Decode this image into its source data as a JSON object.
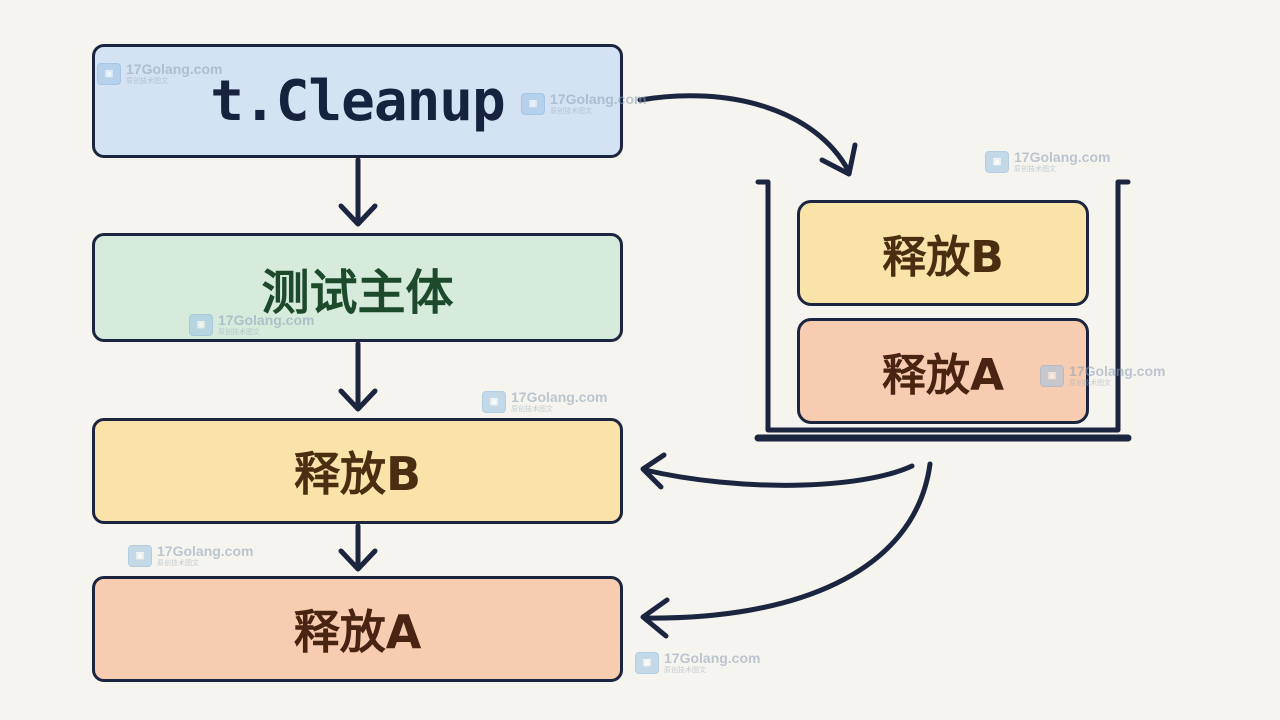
{
  "diagram": {
    "cleanup_box": "t.Cleanup",
    "body_box": "测试主体",
    "release_b_box": "释放B",
    "release_a_box": "释放A",
    "stack": {
      "top_item": "释放B",
      "bottom_item": "释放A"
    }
  },
  "watermark": {
    "text": "17Golang.com",
    "subtext": "原创技术图文",
    "logo": "17golang-logo-icon"
  },
  "colors": {
    "outline": "#1c2540",
    "cleanup_fill": "#d4e3f4",
    "body_fill": "#d6ebdc",
    "release_b_fill": "#f9e3a9",
    "release_a_fill": "#f8ccb0",
    "background": "#f6f4ee"
  }
}
